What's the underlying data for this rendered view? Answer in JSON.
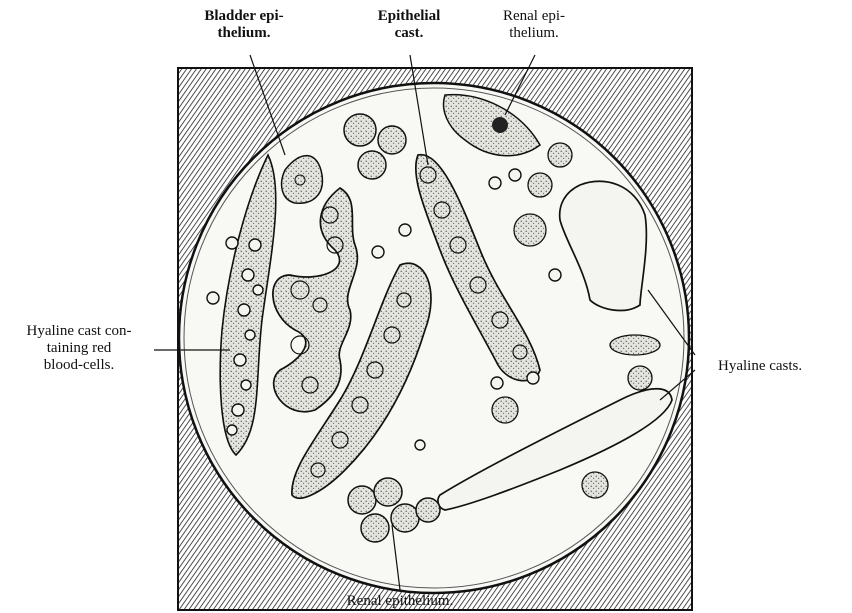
{
  "labels": {
    "bladder_epithelium": [
      "Bladder epi-",
      "thelium."
    ],
    "epithelial_cast": [
      "Epithelial",
      "cast."
    ],
    "renal_epithelium_top": [
      "Renal epi-",
      "thelium."
    ],
    "hyaline_cast_red_cells": [
      "Hyaline cast con-",
      "taining red",
      "blood-cells."
    ],
    "hyaline_casts": "Hyaline casts.",
    "renal_epithelium_bottom": "Renal epithelium."
  },
  "colors": {
    "ink": "#111111",
    "background": "#ffffff",
    "field": "#f7f7f4",
    "cell_fill": "#d6d6d0"
  }
}
